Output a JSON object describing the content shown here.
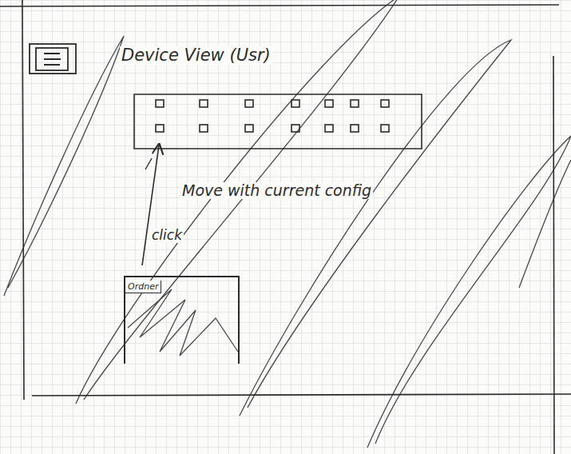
{
  "diagram": {
    "title": "Device View (Usr)",
    "nodes": [
      {
        "text": [
          "Ordner"
        ]
      }
    ],
    "labels": [
      "Move with current config",
      "click"
    ]
  }
}
